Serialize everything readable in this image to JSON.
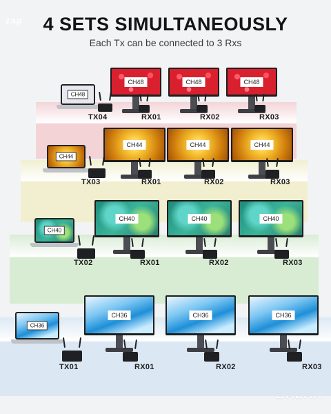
{
  "title": "4 SETS SIMULTANEOUSLY",
  "subtitle": "Each Tx can be connected to 3 Rxs",
  "watermark_top": "zap",
  "watermark_bottom": "BAZAR",
  "colors": {
    "tier1": "#f3d3d6",
    "tier2": "#f1efcf",
    "tier3": "#d8ecd4",
    "tier4": "#dbe8f4"
  },
  "tiers": [
    {
      "channel": "CH48",
      "tx": "TX04",
      "rx": [
        "RX01",
        "RX02",
        "RX03"
      ],
      "screen": "red-hearts"
    },
    {
      "channel": "CH44",
      "tx": "TX03",
      "rx": [
        "RX01",
        "RX02",
        "RX03"
      ],
      "screen": "golden-rays"
    },
    {
      "channel": "CH40",
      "tx": "TX02",
      "rx": [
        "RX01",
        "RX02",
        "RX03"
      ],
      "screen": "green-swirl"
    },
    {
      "channel": "CH36",
      "tx": "TX01",
      "rx": [
        "RX01",
        "RX02",
        "RX03"
      ],
      "screen": "blue-abstract"
    }
  ]
}
